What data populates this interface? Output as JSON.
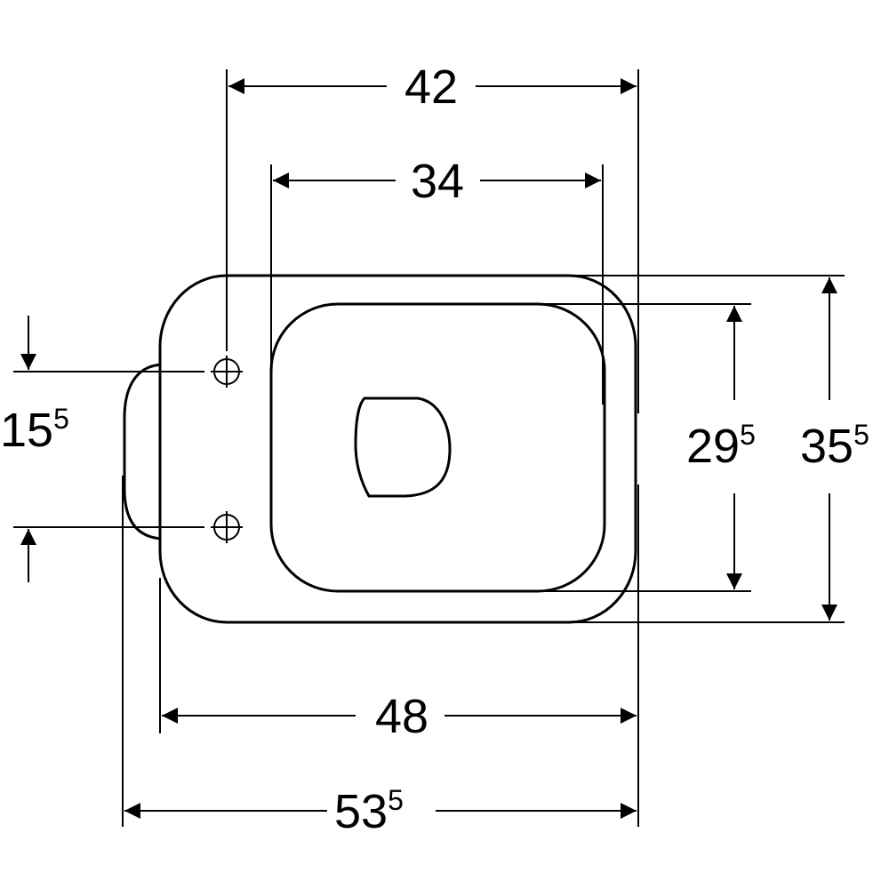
{
  "dimensions": {
    "top_outer": {
      "main": "42",
      "sup": ""
    },
    "top_inner": {
      "main": "34",
      "sup": ""
    },
    "left_bolts": {
      "main": "15",
      "sup": "5"
    },
    "inner_height": {
      "main": "29",
      "sup": "5"
    },
    "outer_height": {
      "main": "35",
      "sup": "5"
    },
    "bottom_inner": {
      "main": "48",
      "sup": ""
    },
    "bottom_outer": {
      "main": "53",
      "sup": "5"
    }
  },
  "colors": {
    "line": "#000000",
    "background": "#ffffff"
  }
}
